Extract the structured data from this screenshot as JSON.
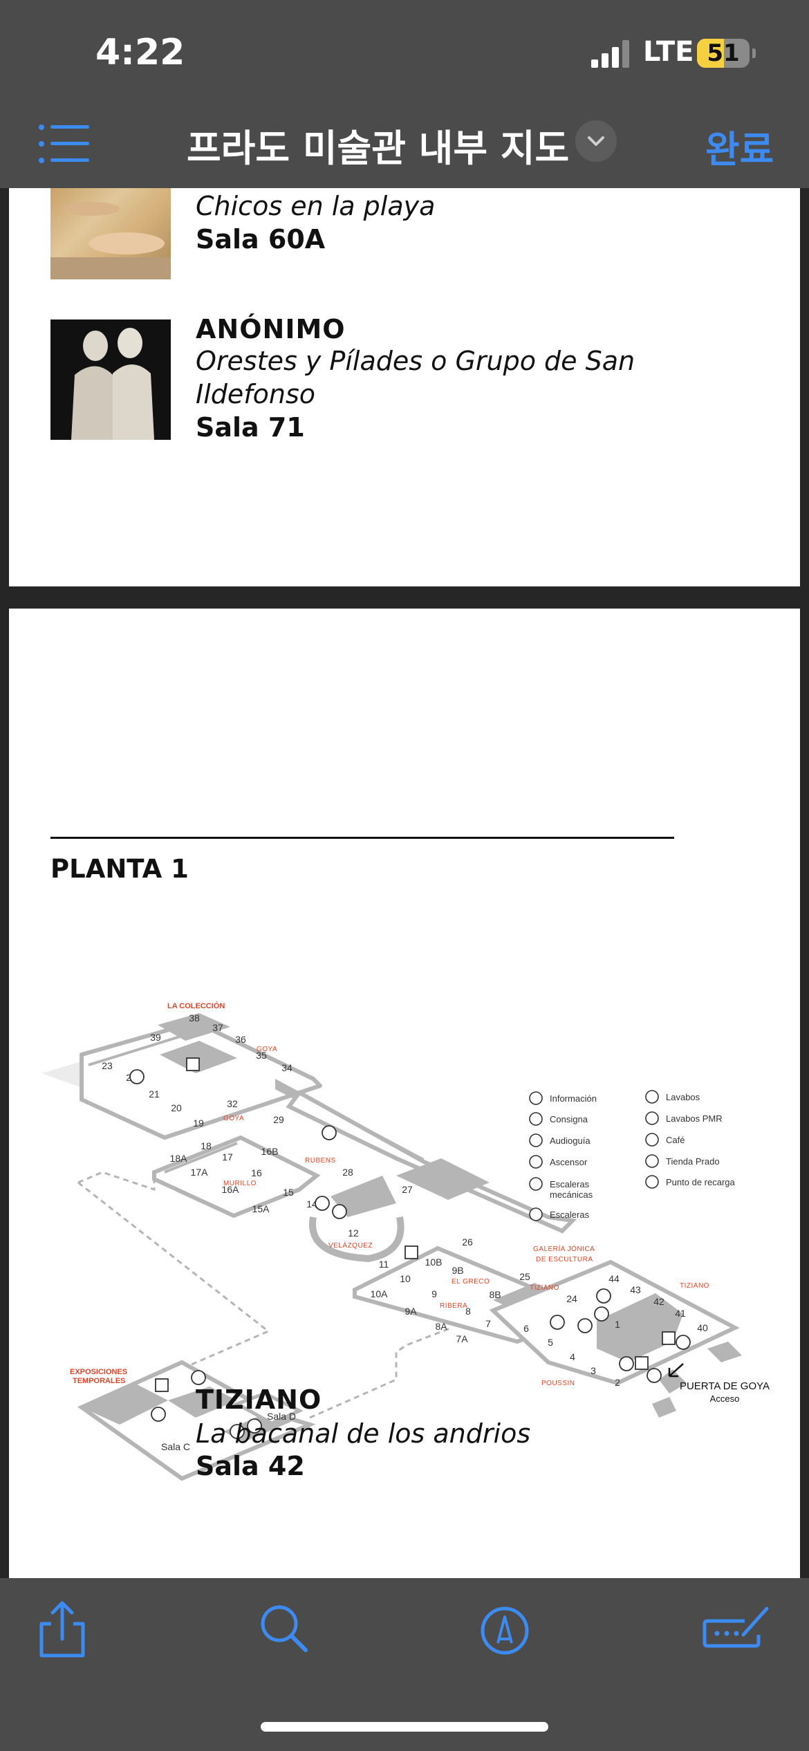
{
  "status_bar": {
    "time": "4:22",
    "network": "LTE",
    "battery": "51",
    "battery_level": 0.51
  },
  "nav": {
    "title": "프라도 미술관 내부 지도",
    "done_label": "완료"
  },
  "page1": {
    "item0": {
      "title": "Chicos en la playa",
      "sala": "Sala 60A"
    },
    "item1": {
      "artist": "ANÓNIMO",
      "title_line1": "Orestes y Pílades o Grupo de San",
      "title_line2": "Ildefonso",
      "sala": "Sala 71"
    }
  },
  "page2": {
    "heading": "PLANTA 1",
    "map": {
      "section_labels": {
        "collection": "LA COLECCIÓN",
        "temporary_line1": "EXPOSICIONES",
        "temporary_line2": "TEMPORALES",
        "goya_top": "GOYA",
        "goya_mid": "GOYA",
        "rubens": "RUBENS",
        "murillo": "MURILLO",
        "velazquez": "VELÁZQUEZ",
        "el_greco": "EL GRECO",
        "ribera": "RIBERA",
        "tiziano_mid": "TIZIANO",
        "tiziano_right": "TIZIANO",
        "galeria_line1": "GALERÍA JÓNICA",
        "galeria_line2": "DE ESCULTURA",
        "poussin": "POUSSIN"
      },
      "rooms": {
        "r38": "38",
        "r37": "37",
        "r36": "36",
        "r35": "35",
        "r34": "34",
        "r39": "39",
        "r23": "23",
        "r22": "22",
        "r21": "21",
        "r20": "20",
        "r19": "19",
        "r32": "32",
        "r29": "29",
        "r18": "18",
        "r18a": "18A",
        "r17": "17",
        "r17a": "17A",
        "r16b": "16B",
        "r16": "16",
        "r16a": "16A",
        "r28": "28",
        "r15": "15",
        "r15a": "15A",
        "r14": "14",
        "r27": "27",
        "r12": "12",
        "r11": "11",
        "r26": "26",
        "r10b": "10B",
        "r10": "10",
        "r9b": "9B",
        "r10a": "10A",
        "r9": "9",
        "r8b": "8B",
        "r9a": "9A",
        "r8": "8",
        "r8a": "8A",
        "r7": "7",
        "r7a": "7A",
        "r25": "25",
        "r24": "24",
        "r6": "6",
        "r5": "5",
        "r4": "4",
        "r3": "3",
        "r2": "2",
        "r1": "1",
        "r44": "44",
        "r43": "43",
        "r42": "42",
        "r41": "41",
        "r40": "40",
        "sala_c": "Sala C",
        "sala_d": "Sala D"
      },
      "entrance": {
        "name": "PUERTA DE GOYA",
        "subtitle": "Acceso"
      },
      "legend": [
        {
          "icon": "info-icon",
          "label": "Información"
        },
        {
          "icon": "locker-icon",
          "label": "Consigna"
        },
        {
          "icon": "audio-guide-icon",
          "label": "Audioguía"
        },
        {
          "icon": "elevator-icon",
          "label": "Ascensor"
        },
        {
          "icon": "escalator-icon",
          "label": "Escaleras",
          "label2": "mecánicas"
        },
        {
          "icon": "stairs-icon",
          "label": "Escaleras"
        },
        {
          "icon": "restroom-icon",
          "label": "Lavabos"
        },
        {
          "icon": "accessible-restroom-icon",
          "label": "Lavabos PMR"
        },
        {
          "icon": "cafe-icon",
          "label": "Café"
        },
        {
          "icon": "shop-icon",
          "label": "Tienda Prado"
        },
        {
          "icon": "charging-icon",
          "label": "Punto de recarga"
        }
      ]
    },
    "item2": {
      "artist": "TIZIANO",
      "title": "La bacanal de los andrios",
      "sala": "Sala 42"
    }
  },
  "colors": {
    "accent": "#3d8bf0",
    "map_red": "#d9472b",
    "map_gray": "#bdbdbd"
  }
}
